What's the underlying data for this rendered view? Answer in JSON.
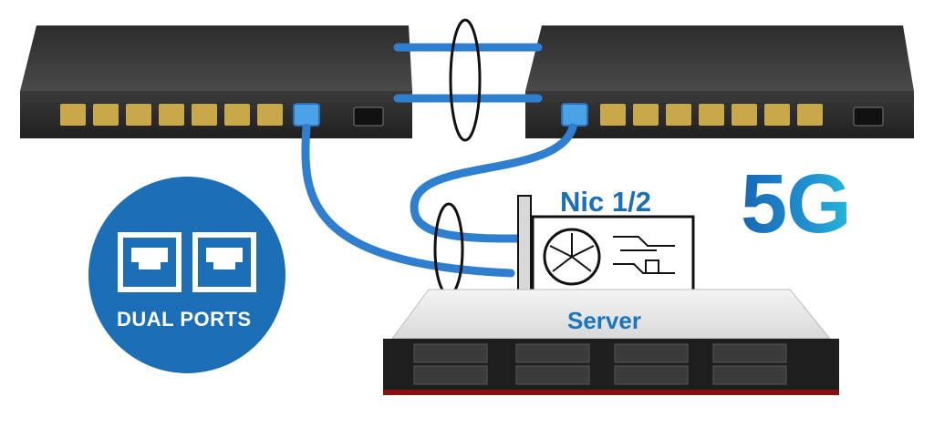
{
  "speed_label": "5G",
  "nic_label": "Nic 1/2",
  "server_label": "Server",
  "badge_label": "DUAL PORTS",
  "colors": {
    "accent_blue": "#1a6fb7",
    "badge_blue": "#1c6eb6",
    "cable_blue": "#2f7fd0",
    "switch_body": "#3d3d3d"
  },
  "icons": [
    "switch-device",
    "network-cable",
    "nic-card",
    "fan",
    "rack-server",
    "ethernet-port-icon",
    "sfp-port",
    "link-aggregation-ring"
  ]
}
